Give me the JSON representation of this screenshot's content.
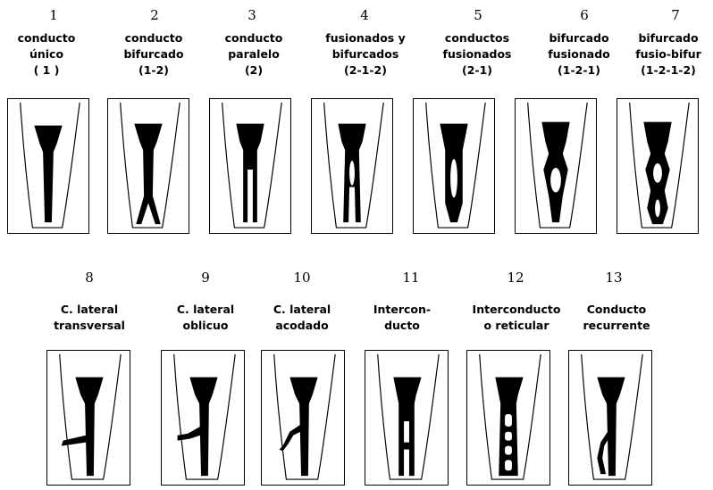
{
  "row1": [
    {
      "num": "1",
      "lines": [
        "conducto",
        "único",
        "( 1 )"
      ]
    },
    {
      "num": "2",
      "lines": [
        "conducto",
        "bifurcado",
        "(1-2)"
      ]
    },
    {
      "num": "3",
      "lines": [
        "conducto",
        "paralelo",
        "(2)"
      ]
    },
    {
      "num": "4",
      "lines": [
        "fusionados y",
        "bifurcados",
        "(2-1-2)"
      ]
    },
    {
      "num": "5",
      "lines": [
        "conductos",
        "fusionados",
        "(2-1)"
      ]
    },
    {
      "num": "6",
      "lines": [
        "bifurcado",
        "fusionado",
        "(1-2-1)"
      ]
    },
    {
      "num": "7",
      "lines": [
        "bifurcado",
        "fusio-bifur",
        "(1-2-1-2)"
      ]
    }
  ],
  "row2": [
    {
      "num": "8",
      "lines": [
        "C. lateral",
        "transversal"
      ]
    },
    {
      "num": "9",
      "lines": [
        "C. lateral",
        "oblicuo"
      ]
    },
    {
      "num": "10",
      "lines": [
        "C. lateral",
        "acodado"
      ]
    },
    {
      "num": "11",
      "lines": [
        "Intercon-",
        "ducto"
      ]
    },
    {
      "num": "12",
      "lines": [
        "Interconducto",
        "o reticular"
      ]
    },
    {
      "num": "13",
      "lines": [
        "Conducto",
        "recurrente"
      ]
    }
  ]
}
